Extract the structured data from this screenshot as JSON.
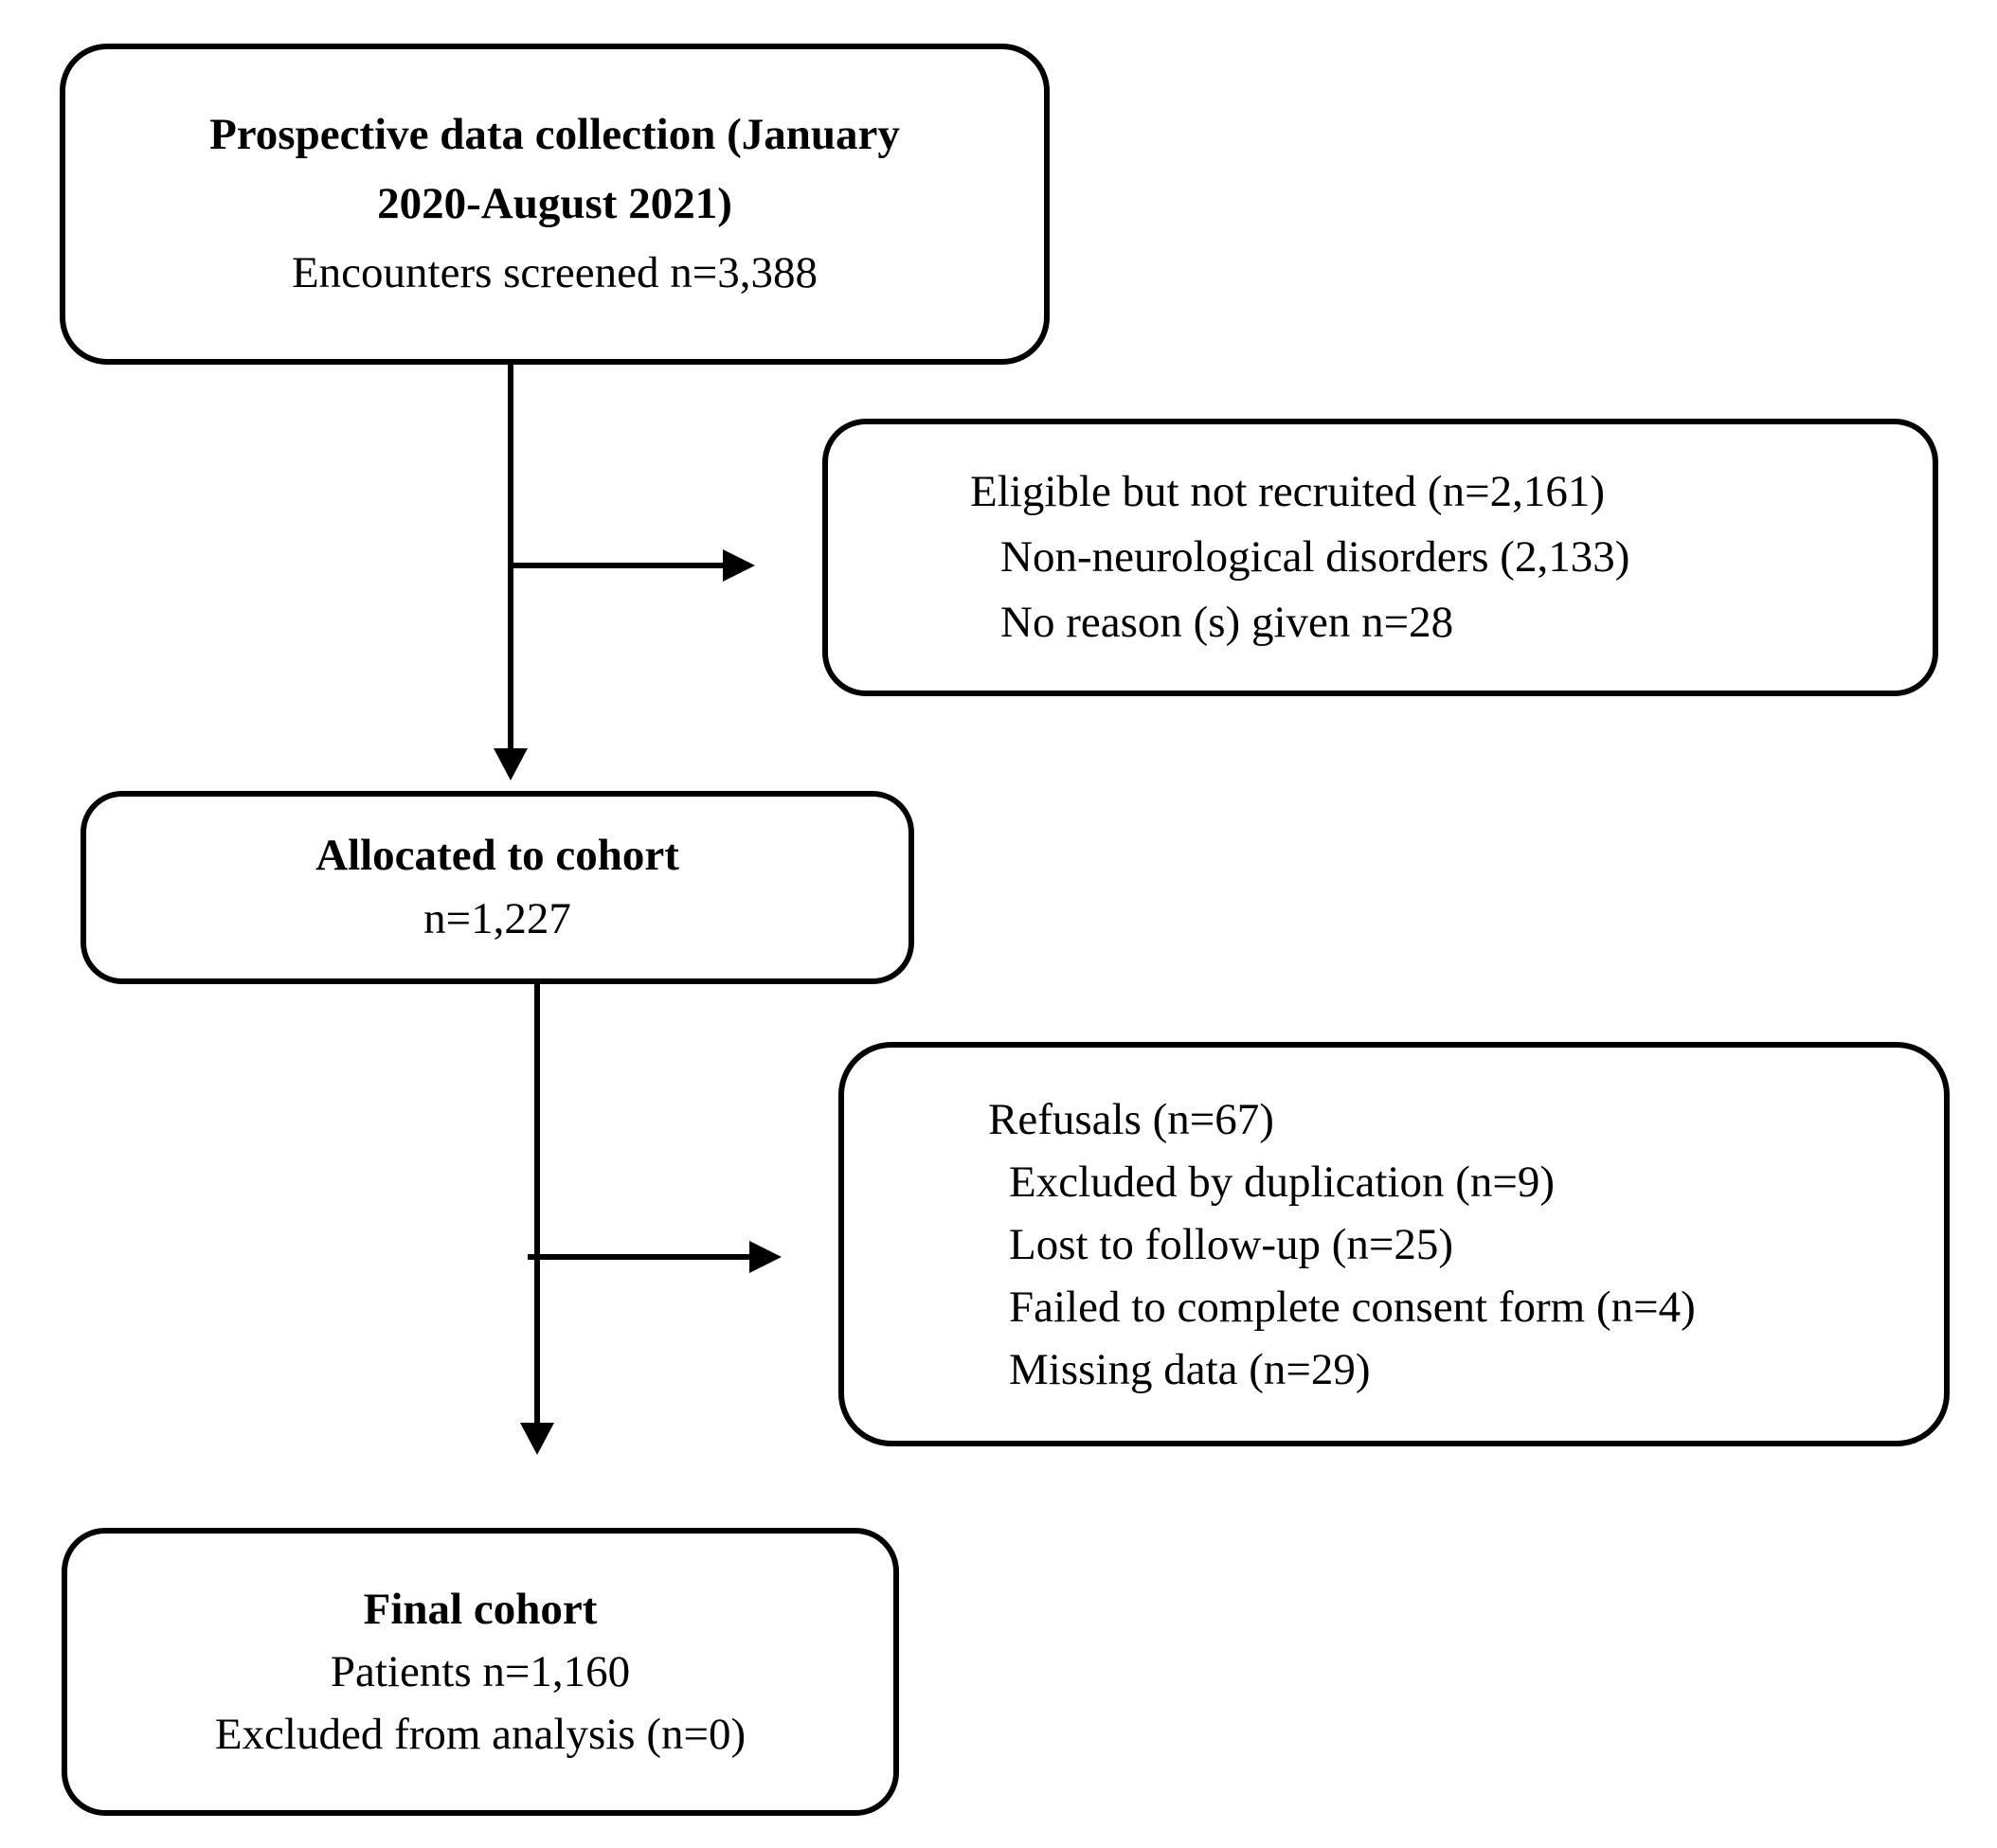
{
  "diagram": {
    "title": "Study recruitment flow diagram",
    "type": "flowchart",
    "background_color": "#ffffff",
    "line_color": "#000000",
    "text_color": "#000000"
  },
  "nodes": {
    "screening": {
      "line1": "Prospective data collection (January",
      "line2": "2020-August 2021)",
      "line3": "Encounters screened n=3,388"
    },
    "not_recruited": {
      "line1": "Eligible but not recruited (n=2,161)",
      "line2": "Non-neurological disorders (2,133)",
      "line3": "No reason (s) given n=28"
    },
    "allocated": {
      "line1": "Allocated to cohort",
      "line2": "n=1,227"
    },
    "refusals": {
      "line1": "Refusals (n=67)",
      "line2": "Excluded by duplication (n=9)",
      "line3": "Lost to follow-up (n=25)",
      "line4": "Failed to complete consent form (n=4)",
      "line5": "Missing data (n=29)"
    },
    "final": {
      "line1": "Final cohort",
      "line2": "Patients n=1,160",
      "line3": "Excluded from analysis (n=0)"
    }
  }
}
